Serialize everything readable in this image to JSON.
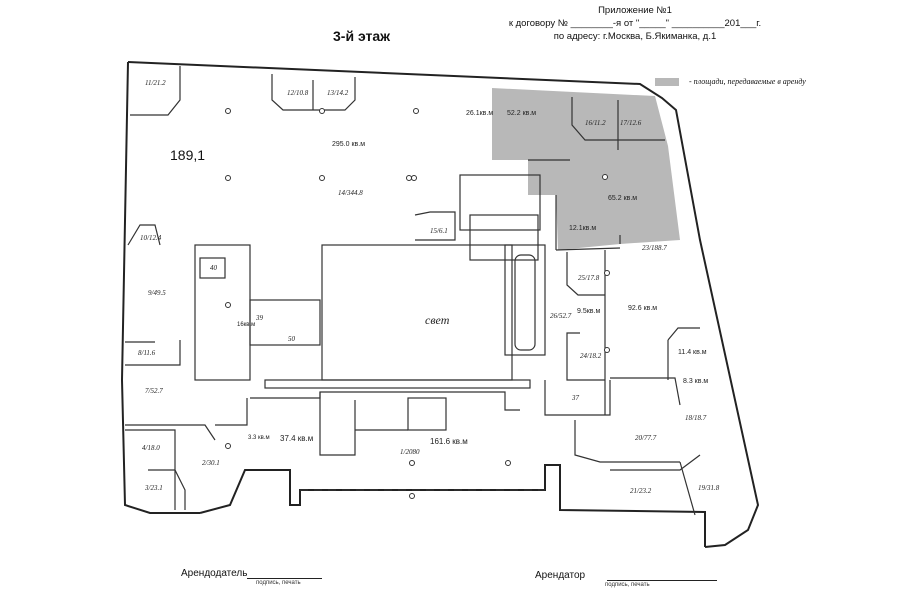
{
  "header": {
    "title": "Приложение №1",
    "contract": "к договору № ________-я от \"_____\" __________201___г.",
    "address": "по адресу: г.Москва, Б.Якиманка, д.1"
  },
  "floor_title": "3-й этаж",
  "legend": {
    "text": "- площади, передаваемые в аренду",
    "color": "#b8b8b8"
  },
  "plan": {
    "total_left": "189,1",
    "areas": {
      "a295": "295.0 кв.м",
      "a261": "26.1кв.м",
      "a522": "52.2 кв.м",
      "a652": "65.2 кв.м",
      "a121": "12.1кв.м",
      "a926": "92.6 кв.м",
      "a95": "9.5кв.м",
      "a114": "11.4 кв.м",
      "a83": "8.3 кв.м",
      "a374": "37.4 кв.м",
      "a33": "3.3 кв.м",
      "a1616": "161.6 кв.м",
      "a16": "16кв.м"
    },
    "rooms": {
      "r11": "11/21.2",
      "r12": "12/10.8",
      "r13": "13/14.2",
      "r14": "14/344.8",
      "r16": "16/11.2",
      "r17": "17/12.6",
      "r15": "15/6.1",
      "r10": "10/12.4",
      "r9": "9/49.5",
      "r8": "8/11.6",
      "r7": "7/52.7",
      "r4": "4/18.0",
      "r3": "3/23.1",
      "r2": "2/30.1",
      "r1": "1/2080",
      "r25": "25/17.8",
      "r26": "26/52.7",
      "r24": "24/18.2",
      "r18": "18/18.7",
      "r20": "20/77.7",
      "r21": "21/23.2",
      "r19": "19/31.8",
      "r23": "23/188.7",
      "r50": "50",
      "r40": "40",
      "r37": "37",
      "r39": "39",
      "svet": "свет"
    }
  },
  "signatures": {
    "landlord": "Арендодатель",
    "tenant": "Арендатор",
    "hint": "подпись, печать"
  }
}
